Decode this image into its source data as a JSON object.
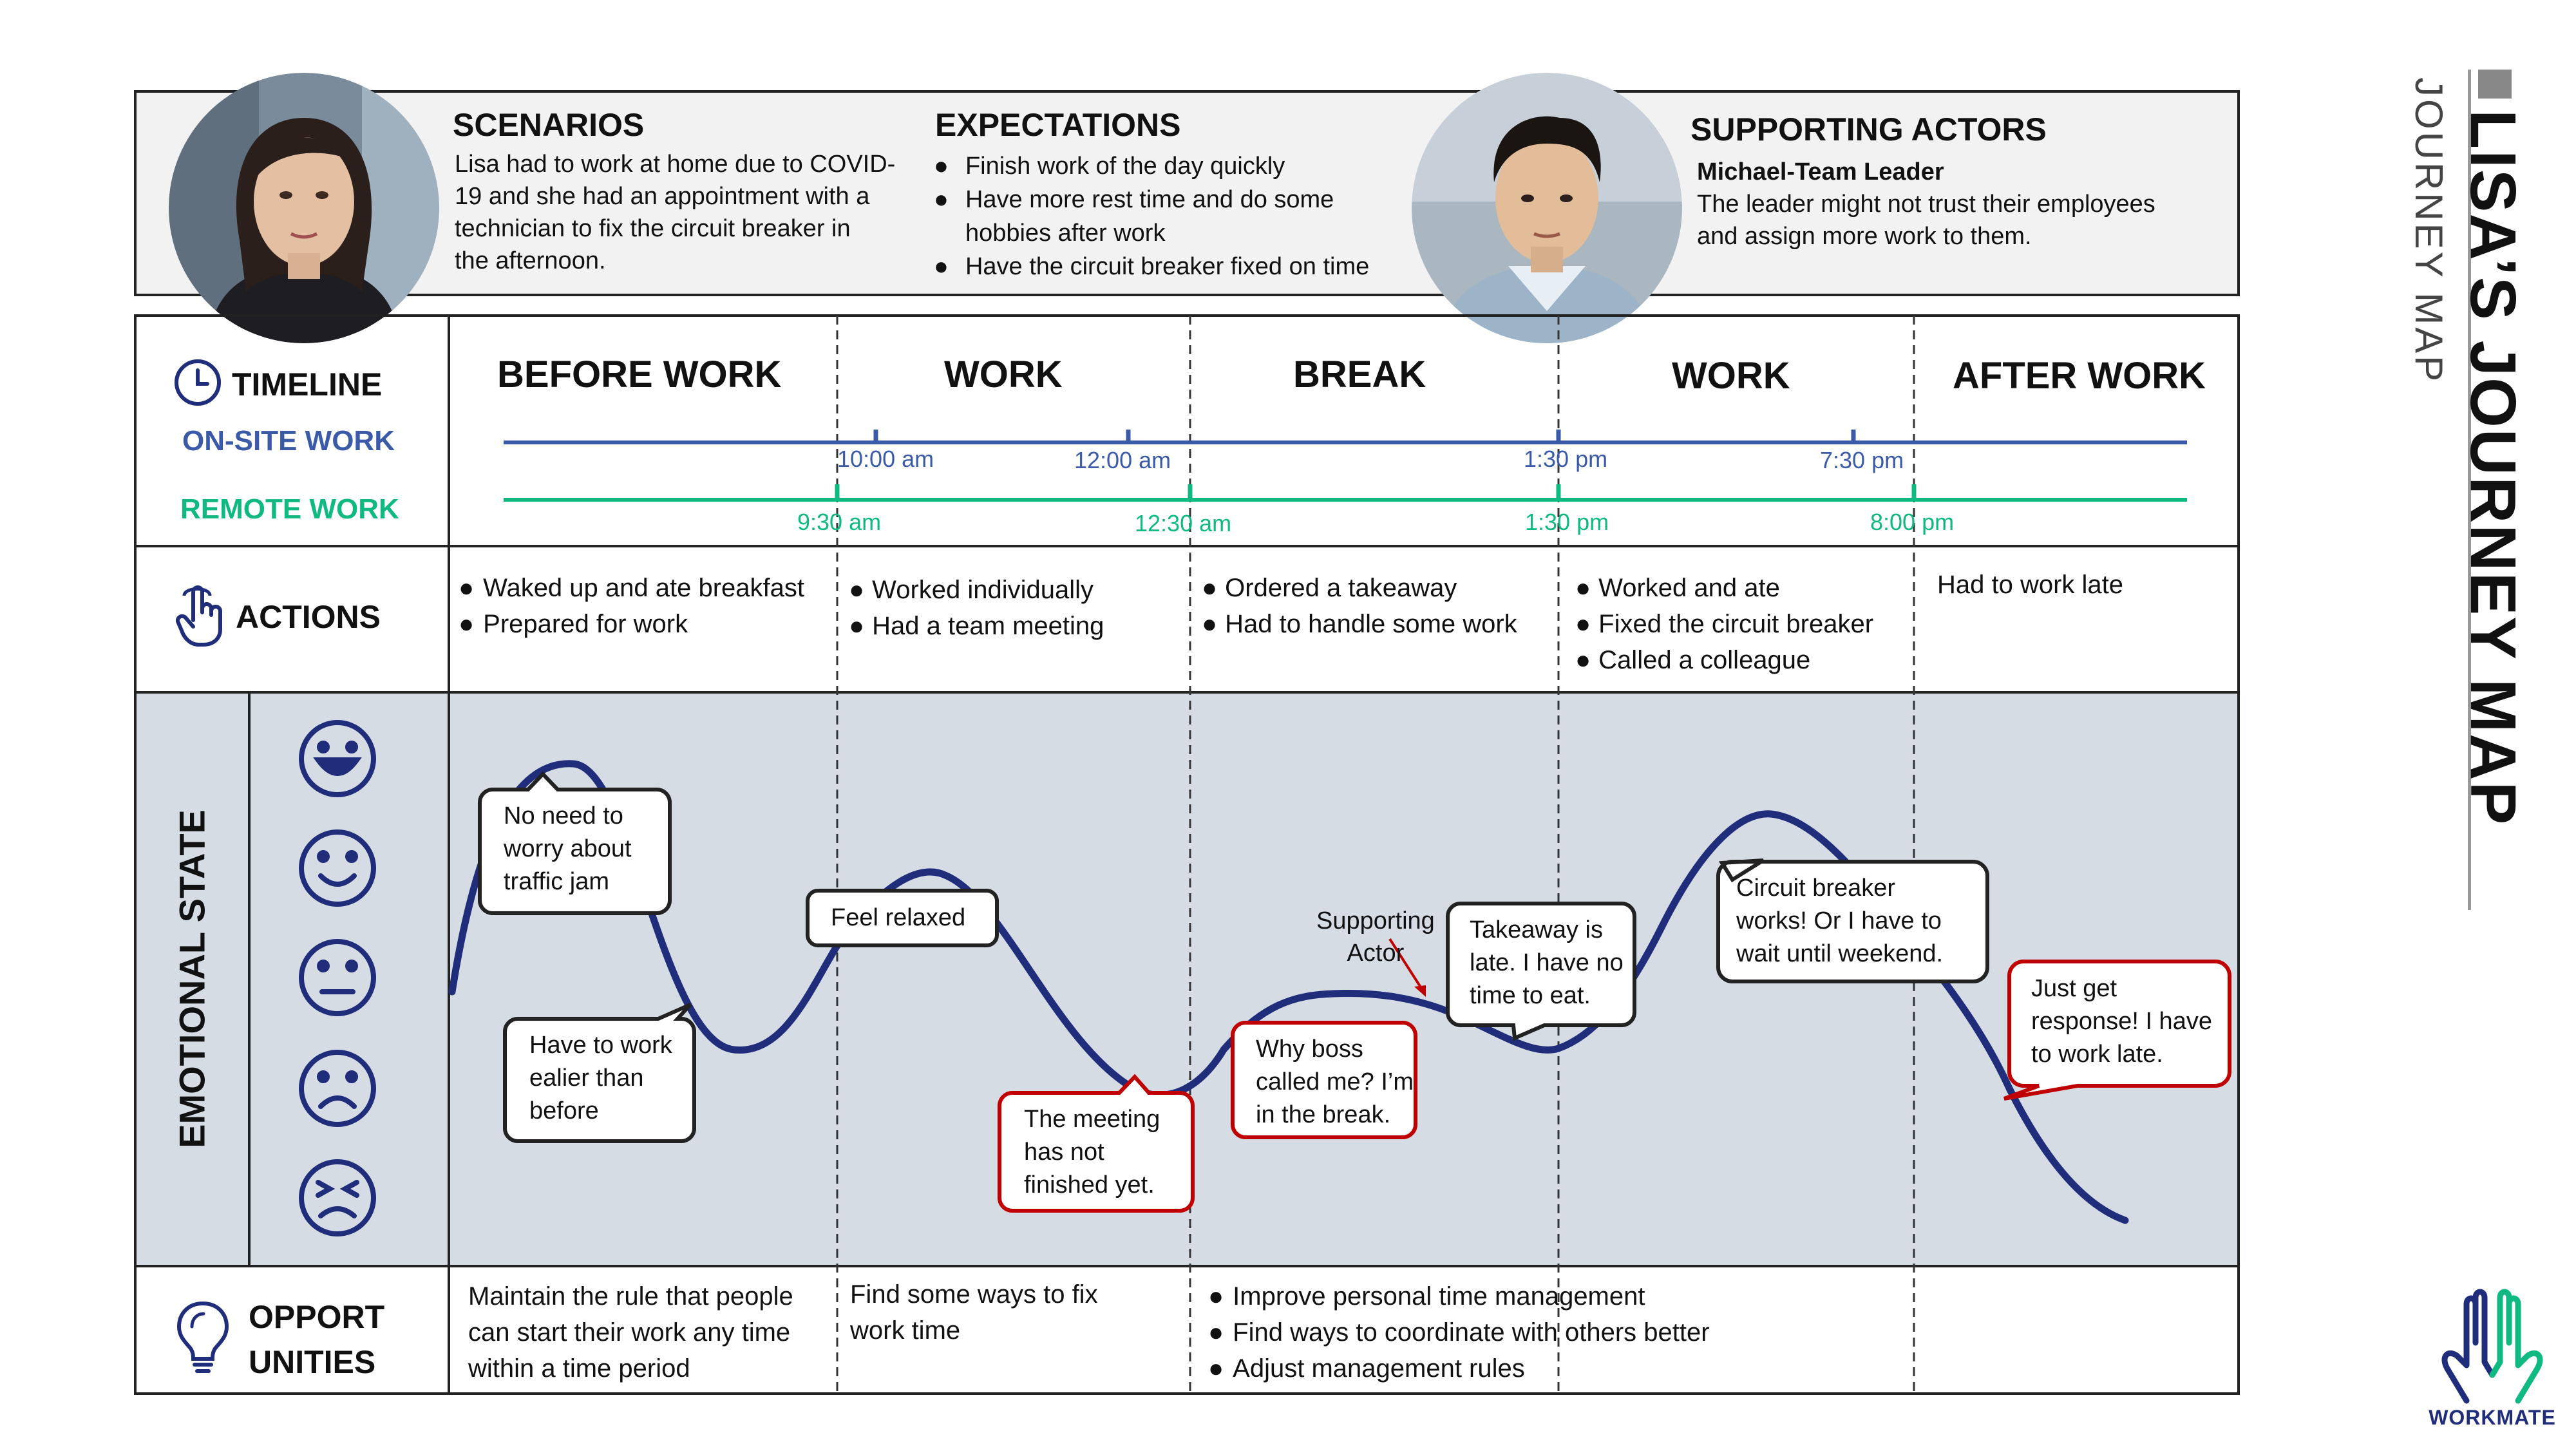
{
  "title": "LISA’S JOURNEY MAP",
  "subtitle": "JOURNEY MAP",
  "logo_text": "WORKMATE",
  "colors": {
    "onsite": "#3b5ba8",
    "remote": "#10b981",
    "curve": "#1f2d7a",
    "emotion_bg": "#d6dce4",
    "callout_red": "#c00000",
    "icon_blue": "#1f2d7a"
  },
  "scenarios": {
    "heading": "SCENARIOS",
    "lines": [
      "Lisa had to work at home due to COVID-",
      "19 and she had an appointment with a",
      "technician to fix the circuit breaker in",
      "the afternoon."
    ]
  },
  "expectations": {
    "heading": "EXPECTATIONS",
    "items": [
      {
        "lines": [
          "Finish work of the day quickly"
        ]
      },
      {
        "lines": [
          "Have more rest time and do some",
          "hobbies after work"
        ]
      },
      {
        "lines": [
          "Have the circuit breaker fixed on time"
        ]
      }
    ]
  },
  "supporting_actors": {
    "heading": "SUPPORTING ACTORS",
    "name": "Michael-Team Leader",
    "lines": [
      "The leader might not trust their employees",
      "and assign more work to them."
    ]
  },
  "timeline": {
    "label": "TIMELINE",
    "onsite_label": "ON-SITE WORK",
    "remote_label": "REMOTE WORK",
    "phases": [
      "BEFORE WORK",
      "WORK",
      "BREAK",
      "WORK",
      "AFTER WORK"
    ],
    "onsite_times": [
      "10:00 am",
      "12:00 am",
      "1:30 pm",
      "7:30 pm"
    ],
    "remote_times": [
      "9:30 am",
      "12:30 am",
      "1:30 pm",
      "8:00 pm"
    ]
  },
  "actions": {
    "label": "ACTIONS",
    "columns": [
      {
        "items": [
          "Waked up and ate breakfast",
          "Prepared for work"
        ]
      },
      {
        "items": [
          "Worked individually",
          "Had a team meeting"
        ]
      },
      {
        "items": [
          "Ordered a takeaway",
          "Had to handle some work"
        ]
      },
      {
        "items": [
          "Worked and ate",
          "Fixed the circuit breaker",
          "Called a colleague"
        ]
      },
      {
        "text": "Had to work late"
      }
    ]
  },
  "emotional_state": {
    "label": "EMOTIONAL STATE",
    "scale_icons": [
      "very-happy-face-icon",
      "happy-face-icon",
      "neutral-face-icon",
      "sad-face-icon",
      "very-upset-face-icon"
    ],
    "callouts": [
      {
        "lines": [
          "No need to",
          "worry about",
          "traffic jam"
        ],
        "tone": "positive"
      },
      {
        "lines": [
          "Have to work",
          "ealier than",
          "before"
        ],
        "tone": "positive"
      },
      {
        "lines": [
          "Feel relaxed"
        ],
        "tone": "positive"
      },
      {
        "lines": [
          "The meeting",
          "has not",
          "finished yet."
        ],
        "tone": "negative"
      },
      {
        "lines": [
          "Why boss",
          "called me? I’m",
          "in the break."
        ],
        "tone": "negative"
      },
      {
        "lines": [
          "Takeaway is",
          "late. I have no",
          "time to eat."
        ],
        "tone": "positive"
      },
      {
        "lines": [
          "Circuit breaker",
          "works! Or I have to",
          "wait until weekend."
        ],
        "tone": "positive"
      },
      {
        "lines": [
          "Just get",
          "response! I have",
          "to work late."
        ],
        "tone": "negative"
      }
    ],
    "supporting_actor_label": [
      "Supporting",
      "Actor"
    ]
  },
  "opportunities": {
    "label_lines": [
      "OPPORT",
      "UNITIES"
    ],
    "col1": [
      "Maintain the rule that people",
      "can start their work any time",
      "within a time period"
    ],
    "col2": [
      "Find some ways to fix",
      "work time"
    ],
    "col3": [
      "Improve personal time management",
      "Find ways to coordinate with others better",
      "Adjust management rules"
    ]
  }
}
